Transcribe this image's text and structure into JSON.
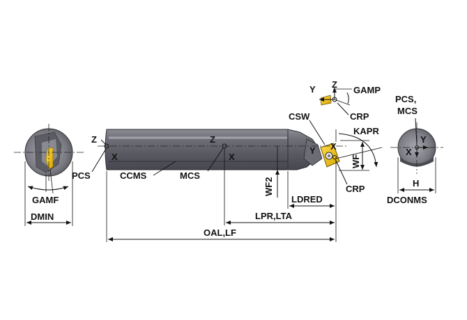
{
  "labels": {
    "z_main": "Z",
    "x_pcs": "X",
    "pcs": "PCS",
    "ccms": "CCMS",
    "z_mcs": "Z",
    "x_mcs": "X",
    "mcs": "MCS",
    "gamf": "GAMF",
    "dmin": "DMIN",
    "y_top": "Y",
    "z_top": "Z",
    "gamp": "GAMP",
    "crp_top": "CRP",
    "csw": "CSW",
    "kapr": "KAPR",
    "y_tip": "Y",
    "x_tip": "X",
    "wf": "WF",
    "crp_bottom": "CRP",
    "wf2": "WF2",
    "ldred": "LDRED",
    "lpr_lta": "LPR,LTA",
    "oal_lf": "OAL,LF",
    "pcs_mcs_line1": "PCS,",
    "pcs_mcs_line2": "MCS",
    "y_right": "Y",
    "x_right": "X",
    "h": "H",
    "dconms": "DCONMS"
  },
  "colors": {
    "body_dark": "#57575f",
    "body_mid": "#7c7c84",
    "body_light": "#a9a9b1",
    "insert_yellow": "#f3c300",
    "insert_yellow_dark": "#c79a00",
    "text": "#111111"
  }
}
